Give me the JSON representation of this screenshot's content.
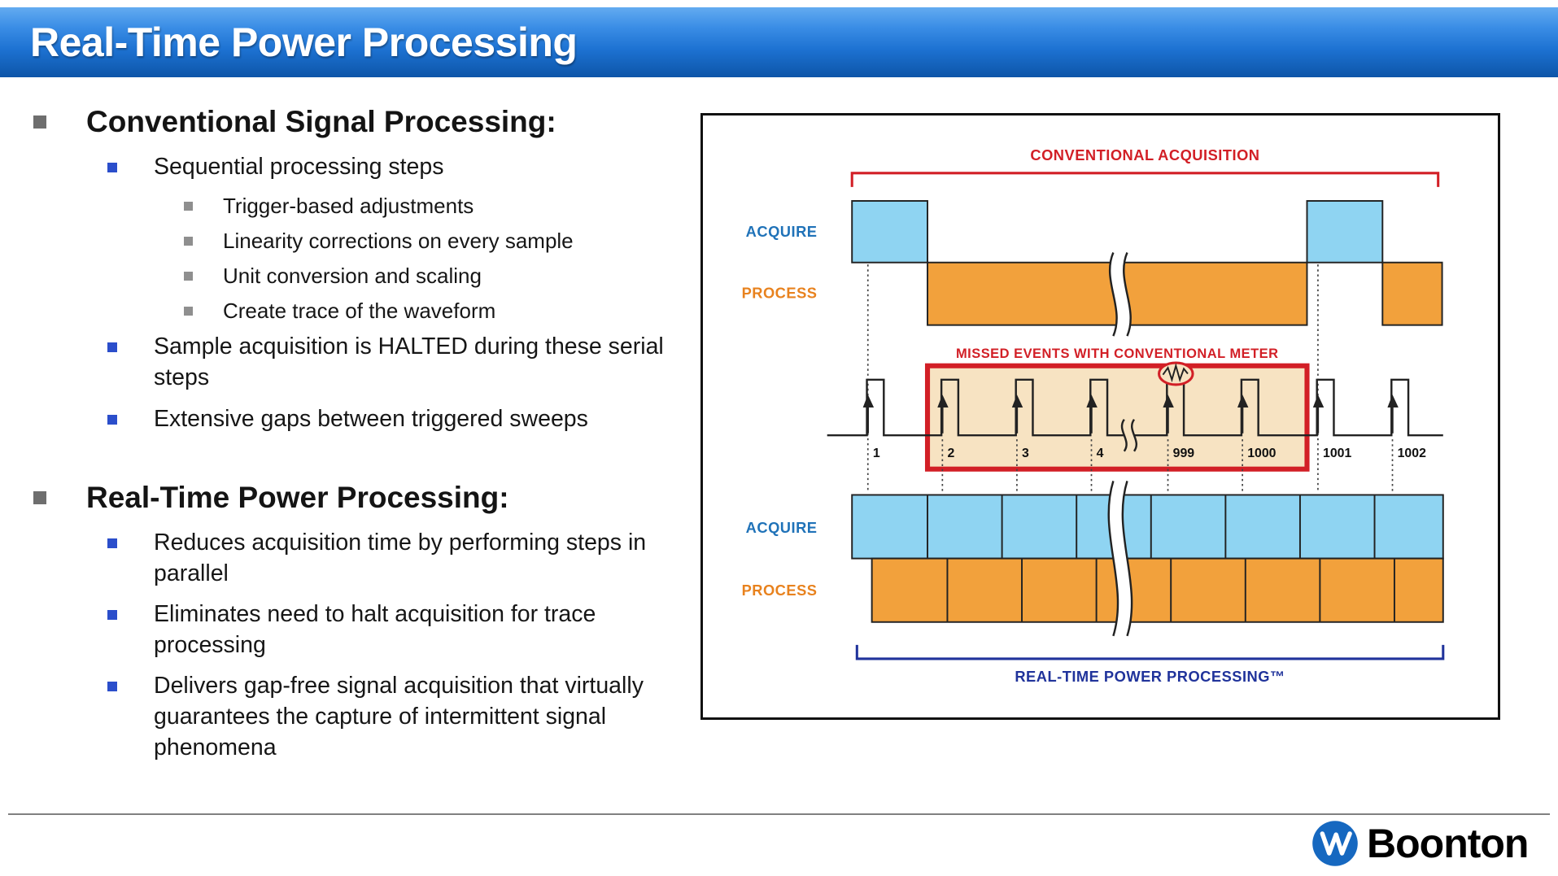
{
  "header": {
    "title": "Real-Time Power Processing"
  },
  "content": {
    "sections": [
      {
        "heading": "Conventional Signal Processing:",
        "items": [
          {
            "text": "Sequential processing steps",
            "children": [
              "Trigger-based adjustments",
              "Linearity corrections on every sample",
              "Unit conversion and scaling",
              "Create trace of the waveform"
            ]
          },
          {
            "text": "Sample acquisition is HALTED during these serial steps"
          },
          {
            "text": "Extensive gaps between triggered sweeps"
          }
        ]
      },
      {
        "heading": "Real-Time Power Processing:",
        "items": [
          {
            "text": "Reduces acquisition time by performing steps in parallel"
          },
          {
            "text": "Eliminates need to halt acquisition for trace processing"
          },
          {
            "text": "Delivers gap-free signal acquisition that virtually guarantees the capture of intermittent signal phenomena"
          }
        ]
      }
    ]
  },
  "diagram": {
    "conventional_acquisition_label": "CONVENTIONAL ACQUISITION",
    "missed_events_label": "MISSED EVENTS WITH CONVENTIONAL METER",
    "realtime_label": "REAL-TIME POWER PROCESSING™",
    "acquire_label": "ACQUIRE",
    "process_label": "PROCESS",
    "trigger_labels": [
      "1",
      "2",
      "3",
      "4",
      "999",
      "1000",
      "1001",
      "1002"
    ],
    "colors": {
      "acquire_fill": "#8fd4f2",
      "process_fill": "#f2a13c",
      "missed_fill": "#f7e3c2",
      "red_label": "#d21f26",
      "acquire_label_text": "#1f72b8",
      "process_label_text": "#e8821e",
      "navy_label": "#20339b",
      "header_blue_top": "#3b8ee6",
      "header_blue_bottom": "#0d55a8"
    }
  },
  "footer": {
    "brand": "Boonton"
  }
}
